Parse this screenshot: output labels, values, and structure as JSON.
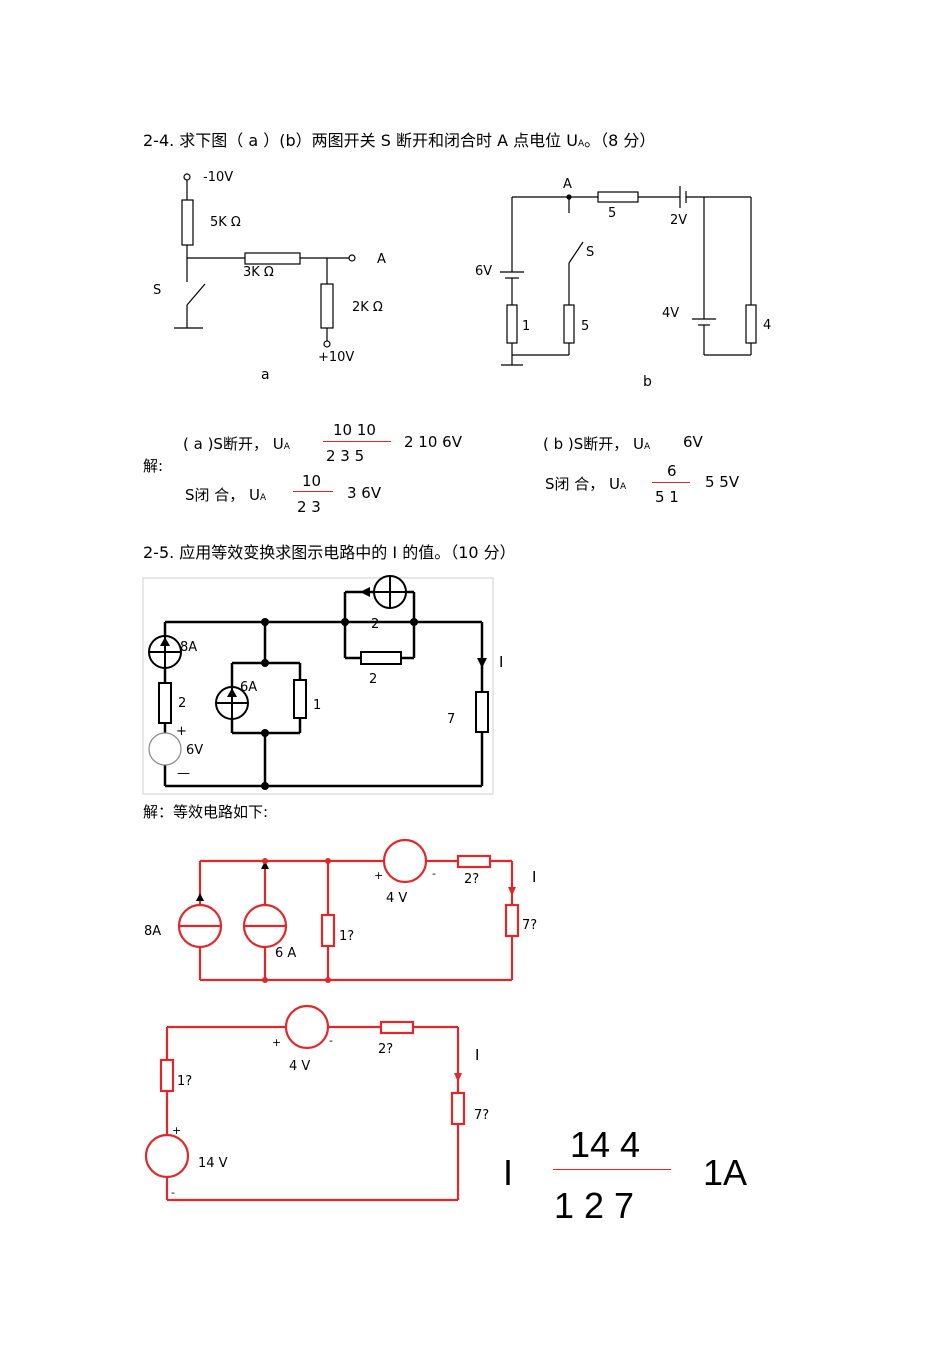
{
  "q24": {
    "title": "2-4. 求下图（ a ）(b）两图开关  S 断开和闭合时   A 点电位  U",
    "title_sub": "A",
    "title_tail": "。（8 分）"
  },
  "fig_a": {
    "v_top": "-10V",
    "r1": "5K Ω",
    "r2": "3K Ω",
    "r3": "2K Ω",
    "node": "A",
    "switch": "S",
    "v_bottom": "+10V",
    "caption": "a"
  },
  "fig_b": {
    "node": "A",
    "r_top": "5",
    "v_top": "2V",
    "switch": "S",
    "v_left": "6V",
    "r1": "1",
    "r2": "5",
    "v_right": "4V",
    "r4": "4",
    "caption": "b"
  },
  "sol24": {
    "label": "解:",
    "a_open_prefix": "( a )S断开，  U",
    "sub": "A",
    "a_open_num": "10   10",
    "a_open_den": "2    3    5",
    "a_open_tail": "2    10    6V",
    "a_closed_prefix": "S闭 合，  U",
    "a_closed_num": "10",
    "a_closed_den": "2   3",
    "a_closed_tail": "3    6V",
    "b_open_prefix": "( b )S断开，  U",
    "b_open_tail": "6V",
    "b_closed_prefix": "S闭 合，  U",
    "b_closed_num": "6",
    "b_closed_den": "5   1",
    "b_closed_tail": "5    5V"
  },
  "q25": {
    "title": "2-5. 应用等效变换求图示电路中的      I 的值。（10 分）"
  },
  "fig_c": {
    "src1": "8A",
    "r1": "2",
    "v1": "6V",
    "plus": "+",
    "minus": "—",
    "src2": "6A",
    "r2": "1",
    "src3_r": "2",
    "r3": "2",
    "current": "I",
    "r4": "7"
  },
  "sol25": {
    "label": "解：等效电路如下:"
  },
  "eq1": {
    "src1": "8A",
    "src2": "6 A",
    "r1": "1?",
    "plus": "+",
    "minus": "-",
    "v": "4 V",
    "r2": "2?",
    "current": "I",
    "r3": "7?"
  },
  "eq2": {
    "r1": "1?",
    "plus": "+",
    "minus": "-",
    "v": "4 V",
    "r2": "2?",
    "current": "I",
    "r3": "7?",
    "src_plus": "+",
    "src": "14 V",
    "src_minus": "-"
  },
  "result": {
    "lhs": "I",
    "num": "14   4",
    "den": "1    2    7",
    "rhs": "1A"
  },
  "colors": {
    "red": "#e0282b",
    "ink": "#000000"
  }
}
